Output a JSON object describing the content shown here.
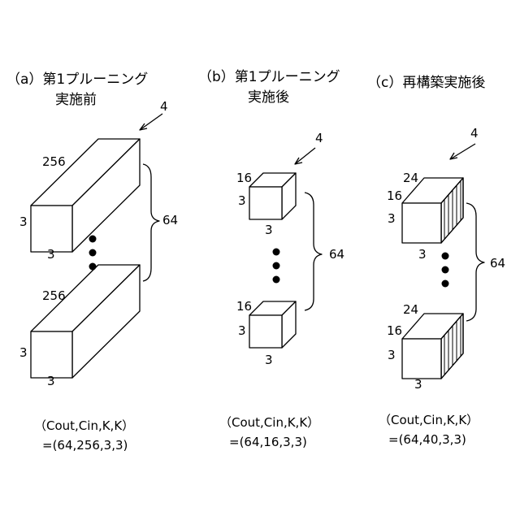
{
  "panels": [
    {
      "title_line1": "（a）第1プルーニング",
      "title_line2": "実施前",
      "ref": "4",
      "top_depth": "256",
      "top_height": "3",
      "top_width": "3",
      "bottom_depth": "256",
      "bottom_height": "3",
      "bottom_width": "3",
      "count": "64",
      "formula_line1": "（Cout,Cin,K,K）",
      "formula_line2": "=(64,256,3,3)"
    },
    {
      "title_line1": "（b）第1プルーニング",
      "title_line2": "実施後",
      "ref": "4",
      "top_depth": "16",
      "top_height": "3",
      "top_width": "3",
      "bottom_depth": "16",
      "bottom_height": "3",
      "bottom_width": "3",
      "count": "64",
      "formula_line1": "（Cout,Cin,K,K）",
      "formula_line2": "=(64,16,3,3)"
    },
    {
      "title_line1": "（c）再構築実施後",
      "ref": "4",
      "top_added_depth": "24",
      "top_depth": "16",
      "top_height": "3",
      "top_width": "3",
      "bottom_added_depth": "24",
      "bottom_depth": "16",
      "bottom_height": "3",
      "bottom_width": "3",
      "count": "64",
      "formula_line1": "（Cout,Cin,K,K）",
      "formula_line2": "=(64,40,3,3)"
    }
  ]
}
